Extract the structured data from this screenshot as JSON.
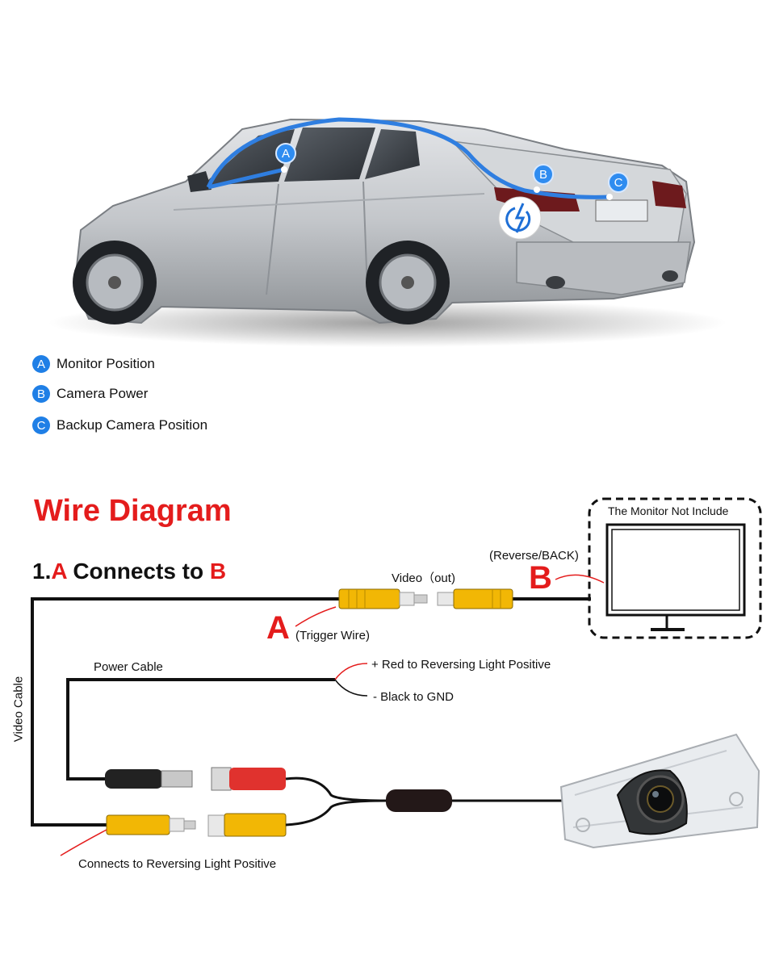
{
  "car_markers": [
    {
      "letter": "A"
    },
    {
      "letter": "B"
    },
    {
      "letter": "C"
    }
  ],
  "legend": [
    {
      "letter": "A",
      "label": "Monitor Position"
    },
    {
      "letter": "B",
      "label": "Camera Power"
    },
    {
      "letter": "C",
      "label": "Backup Camera Position"
    }
  ],
  "diagram": {
    "title": "Wire Diagram",
    "step_prefix": "1.",
    "step_a": "A",
    "step_middle": " Connects to ",
    "step_b": "B",
    "monitor_label": "The Monitor Not Include",
    "reverse_label": "(Reverse/BACK)",
    "video_out_label": "Video（out)",
    "letter_a": "A",
    "letter_b": "B",
    "trigger_label": "(Trigger Wire)",
    "power_cable_label": "Power Cable",
    "video_cable_label": "Video Cable",
    "red_wire_label": "+ Red to Reversing Light Positive",
    "black_wire_label": "- Black to GND",
    "bottom_label": "Connects to Reversing Light Positive"
  },
  "colors": {
    "accent_red": "#e41c1c",
    "marker_blue": "#1f7fe6",
    "rca_yellow": "#f2b705",
    "car_silver": "#c9ccd0"
  }
}
